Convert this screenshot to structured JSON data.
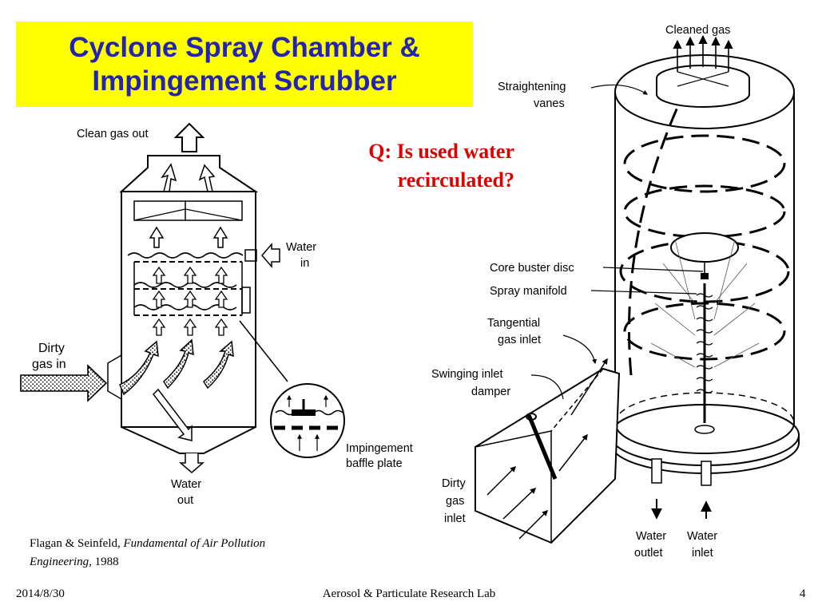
{
  "slide": {
    "title_line1": "Cyclone Spray Chamber &",
    "title_line2": "Impingement Scrubber",
    "question_line1": "Q: Is used water",
    "question_line2": "recirculated?",
    "citation_authors": "Flagan & Seinfeld, ",
    "citation_title": "Fundamental of Air Pollution Engineering",
    "citation_year": ", 1988",
    "footer_date": "2014/8/30",
    "footer_center": "Aerosol & Particulate Research Lab",
    "footer_page": "4"
  },
  "left_diagram": {
    "clean_gas_out": "Clean gas out",
    "water_in_1": "Water",
    "water_in_2": "in",
    "dirty_gas_1": "Dirty",
    "dirty_gas_2": "gas in",
    "impingement_1": "Impingement",
    "impingement_2": "baffle plate",
    "water_out_1": "Water",
    "water_out_2": "out"
  },
  "right_diagram": {
    "cleaned_gas": "Cleaned gas",
    "straightening_1": "Straightening",
    "straightening_2": "vanes",
    "core_buster": "Core buster disc",
    "spray_manifold": "Spray manifold",
    "tangential_1": "Tangential",
    "tangential_2": "gas inlet",
    "swinging_1": "Swinging inlet",
    "swinging_2": "damper",
    "dirty_gas_1": "Dirty",
    "dirty_gas_2": "gas",
    "dirty_gas_3": "inlet",
    "water_outlet_1": "Water",
    "water_outlet_2": "outlet",
    "water_inlet_1": "Water",
    "water_inlet_2": "inlet"
  },
  "colors": {
    "title_background": "#ffff00",
    "title_text": "#2323b4",
    "question_text": "#e00000"
  }
}
